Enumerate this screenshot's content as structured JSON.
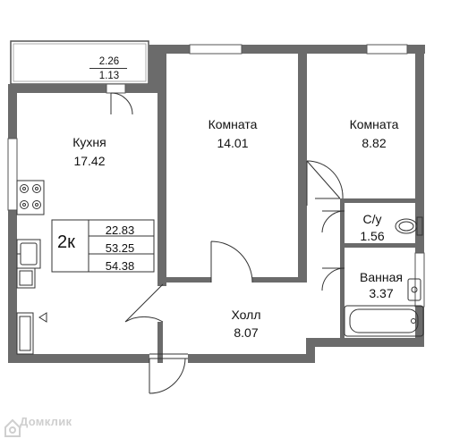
{
  "balcony": {
    "area_a": "2.26",
    "area_b": "1.13"
  },
  "kitchen": {
    "name": "Кухня",
    "area": "17.42"
  },
  "room1": {
    "name": "Комната",
    "area": "14.01"
  },
  "room2": {
    "name": "Комната",
    "area": "8.82"
  },
  "wc": {
    "name": "С/у",
    "area": "1.56"
  },
  "bath": {
    "name": "Ванная",
    "area": "3.37"
  },
  "hall": {
    "name": "Холл",
    "area": "8.07"
  },
  "summary": {
    "rooms": "2к",
    "living": "22.83",
    "total": "53.25",
    "total_with_balcony": "54.38"
  },
  "watermark": "Домклик",
  "colors": {
    "wall": "#6b6b6b",
    "line": "#333333",
    "watermark": "#cfcfcf"
  }
}
